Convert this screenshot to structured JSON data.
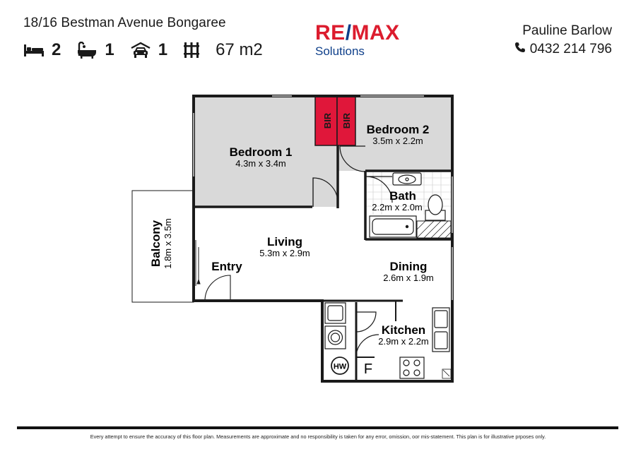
{
  "header": {
    "address": "18/16 Bestman Avenue Bongaree",
    "stats": {
      "bedrooms": "2",
      "bathrooms": "1",
      "parking": "1",
      "area": "67 m2"
    }
  },
  "logo": {
    "brand_left": "RE",
    "brand_slash": "/",
    "brand_right": "MAX",
    "sub": "Solutions"
  },
  "agent": {
    "name": "Pauline Barlow",
    "phone": "0432 214 796"
  },
  "rooms": {
    "bedroom1": {
      "name": "Bedroom 1",
      "dim": "4.3m x 3.4m"
    },
    "bedroom2": {
      "name": "Bedroom 2",
      "dim": "3.5m x 2.2m"
    },
    "bath": {
      "name": "Bath",
      "dim": "2.2m x 2.0m"
    },
    "living": {
      "name": "Living",
      "dim": "5.3m x 2.9m"
    },
    "dining": {
      "name": "Dining",
      "dim": "2.6m x 1.9m"
    },
    "entry": {
      "name": "Entry"
    },
    "balcony": {
      "name": "Balcony",
      "dim": "1.8m x 3.5m"
    },
    "kitchen": {
      "name": "Kitchen",
      "dim": "2.9m x 2.2m"
    },
    "bir1": "BIR",
    "bir2": "BIR",
    "hw": "HW",
    "fridge": "F"
  },
  "colors": {
    "bedroom_fill": "#d9d9d9",
    "bir_fill": "#e0173a",
    "wall": "#1a1a1a",
    "brand_red": "#dc1c2e",
    "brand_blue": "#0e3f8a"
  },
  "icons": [
    "bed-icon",
    "bath-icon",
    "car-icon",
    "area-icon",
    "phone-icon"
  ],
  "footer": {
    "disclaimer": "Every attempt to ensure the accuracy of this floor plan.  Measurements are approximate and no responsibility is taken for any error, omission, oor mis-statement.  This plan is for illustrative prposes only."
  }
}
